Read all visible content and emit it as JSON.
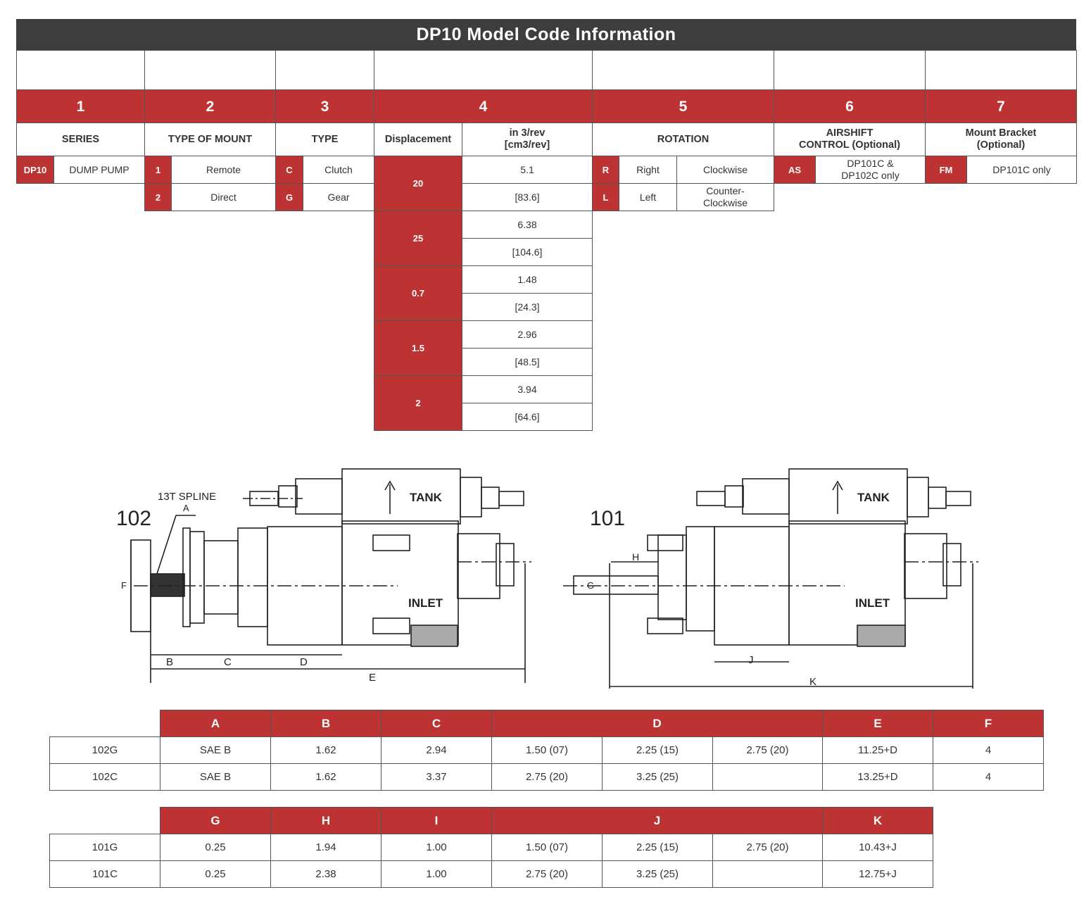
{
  "title": "DP10 Model Code Information",
  "sections": [
    {
      "num": "1",
      "label": "SERIES"
    },
    {
      "num": "2",
      "label": "TYPE OF MOUNT"
    },
    {
      "num": "3",
      "label": "TYPE"
    },
    {
      "num": "4",
      "label": "Displacement",
      "sublabel": "in 3/rev\n[cm3/rev]"
    },
    {
      "num": "5",
      "label": "ROTATION"
    },
    {
      "num": "6",
      "label": "AIRSHIFT\nCONTROL (Optional)"
    },
    {
      "num": "7",
      "label": "Mount Bracket\n(Optional)"
    }
  ],
  "series": [
    {
      "code": "DP10",
      "desc": "DUMP PUMP"
    }
  ],
  "mount": [
    {
      "code": "1",
      "desc": "Remote"
    },
    {
      "code": "2",
      "desc": "Direct"
    }
  ],
  "type": [
    {
      "code": "C",
      "desc": "Clutch"
    },
    {
      "code": "G",
      "desc": "Gear"
    }
  ],
  "displacement": [
    {
      "code": "20",
      "in3": "5.1",
      "cm3": "[83.6]"
    },
    {
      "code": "25",
      "in3": "6.38",
      "cm3": "[104.6]"
    },
    {
      "code": "0.7",
      "in3": "1.48",
      "cm3": "[24.3]"
    },
    {
      "code": "1.5",
      "in3": "2.96",
      "cm3": "[48.5]"
    },
    {
      "code": "2",
      "in3": "3.94",
      "cm3": "[64.6]"
    }
  ],
  "rotation": [
    {
      "code": "R",
      "desc": "Right",
      "dir": "Clockwise"
    },
    {
      "code": "L",
      "desc": "Left",
      "dir": "Counter-\nClockwise"
    }
  ],
  "airshift": [
    {
      "code": "AS",
      "desc": "DP101C &\nDP102C only"
    }
  ],
  "bracket": [
    {
      "code": "FM",
      "desc": "DP101C only"
    }
  ],
  "drawing": {
    "left": {
      "model": "102",
      "spline": "13T SPLINE",
      "A": "A",
      "tank": "TANK",
      "inlet": "INLET",
      "B": "B",
      "C": "C",
      "D": "D",
      "E": "E",
      "F": "F"
    },
    "right": {
      "model": "101",
      "tank": "TANK",
      "inlet": "INLET",
      "H": "H",
      "G": "G",
      "J": "J",
      "K": "K"
    }
  },
  "table102": {
    "headers": [
      "A",
      "B",
      "C",
      "D",
      "E",
      "F"
    ],
    "rows": [
      {
        "model": "102G",
        "cells": [
          "SAE B",
          "1.62",
          "2.94",
          "1.50 (07)",
          "2.25 (15)",
          "2.75 (20)",
          "11.25+D",
          "4"
        ]
      },
      {
        "model": "102C",
        "cells": [
          "SAE B",
          "1.62",
          "3.37",
          "2.75 (20)",
          "3.25 (25)",
          "",
          "13.25+D",
          "4"
        ]
      }
    ]
  },
  "table101": {
    "headers": [
      "G",
      "H",
      "I",
      "J",
      "K"
    ],
    "rows": [
      {
        "model": "101G",
        "cells": [
          "0.25",
          "1.94",
          "1.00",
          "1.50 (07)",
          "2.25 (15)",
          "2.75 (20)",
          "10.43+J"
        ]
      },
      {
        "model": "101C",
        "cells": [
          "0.25",
          "2.38",
          "1.00",
          "2.75 (20)",
          "3.25 (25)",
          "",
          "12.75+J"
        ]
      }
    ]
  }
}
